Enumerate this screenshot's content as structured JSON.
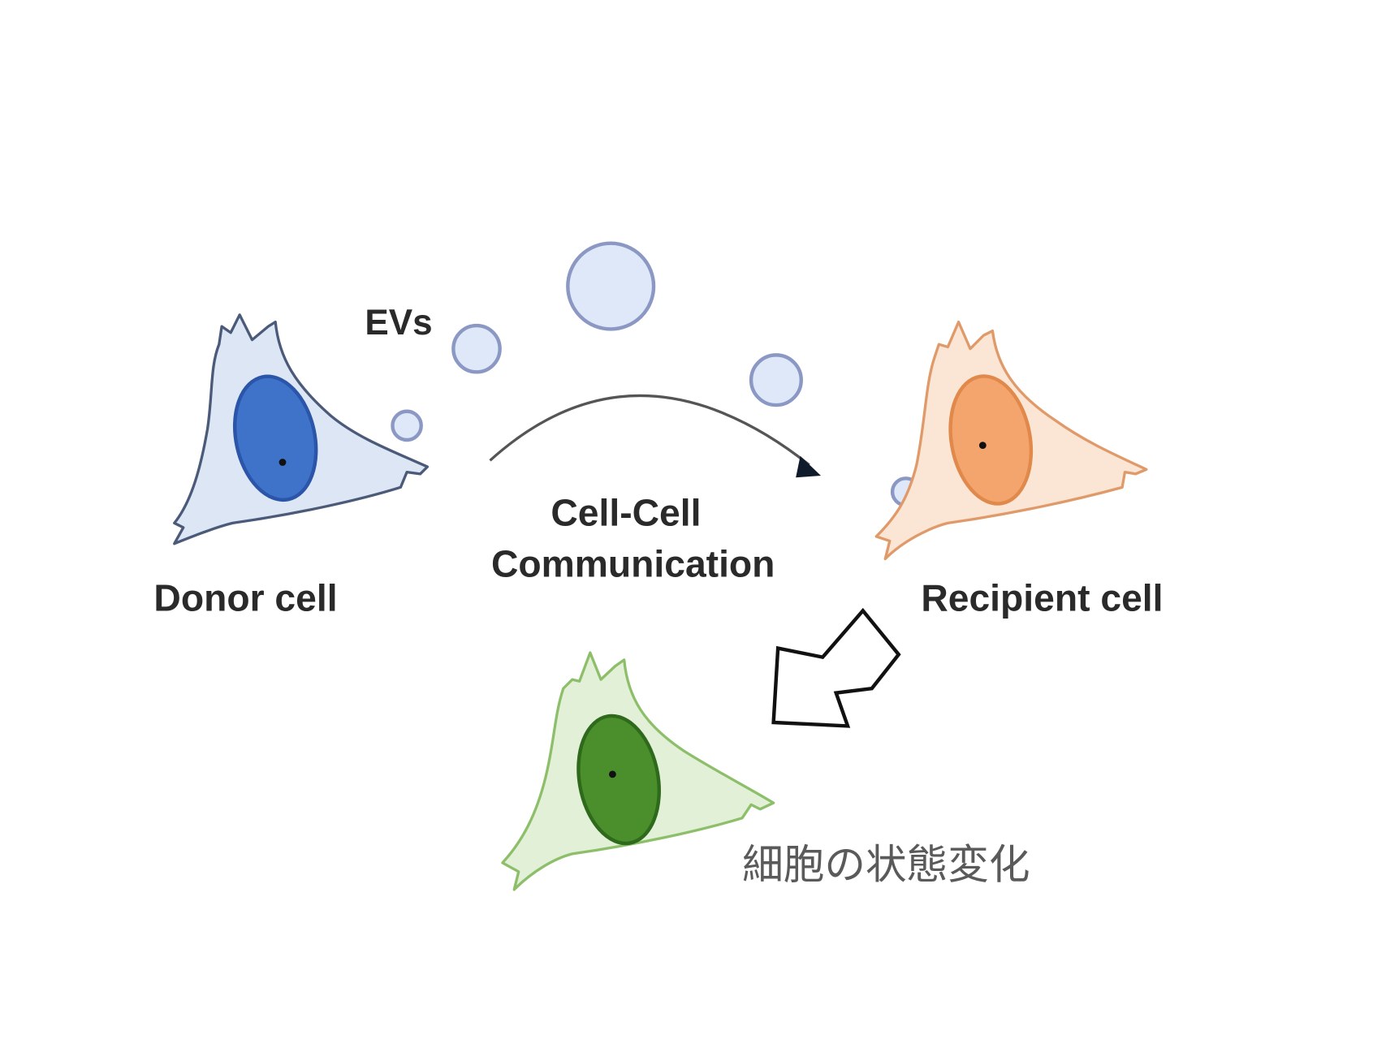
{
  "diagram": {
    "labels": {
      "evs": "EVs",
      "donor": "Donor cell",
      "recipient": "Recipient cell",
      "comm_line1": "Cell-Cell",
      "comm_line2": "Communication",
      "state_change": "細胞の状態変化"
    },
    "colors": {
      "donor_cytoplasm": "#dde6f5",
      "donor_outline": "#4a5a78",
      "donor_nucleus": "#3f72c9",
      "donor_nucleus_edge": "#2a55a8",
      "recipient_cytoplasm": "#fbe6d6",
      "recipient_outline": "#e09a6a",
      "recipient_nucleus": "#f4a56e",
      "recipient_nucleus_edge": "#e0894a",
      "changed_cytoplasm": "#e3f0d8",
      "changed_outline": "#8dbf6a",
      "changed_nucleus": "#4a8f2c",
      "changed_nucleus_edge": "#2f6a1c",
      "ev_fill": "#dfe8f8",
      "ev_stroke": "#8c98c4",
      "arrow": "#333333"
    },
    "nodes": [
      {
        "id": "donor-cell",
        "label": "Donor cell"
      },
      {
        "id": "recipient-cell",
        "label": "Recipient cell"
      },
      {
        "id": "changed-cell",
        "label": "細胞の状態変化"
      }
    ],
    "edges": [
      {
        "from": "donor-cell",
        "to": "recipient-cell",
        "label": "Cell-Cell Communication"
      },
      {
        "from": "recipient-cell",
        "to": "changed-cell",
        "label": ""
      }
    ]
  }
}
